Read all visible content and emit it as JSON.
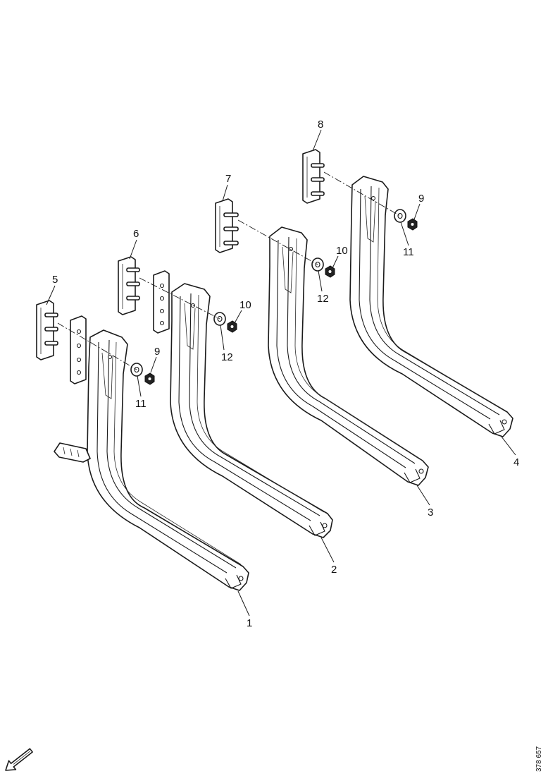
{
  "callouts": {
    "p1": "1",
    "p2": "2",
    "p3": "3",
    "p4": "4",
    "p5": "5",
    "p6": "6",
    "p7": "7",
    "p8": "8",
    "p9a": "9",
    "p9b": "9",
    "p10a": "10",
    "p10b": "10",
    "p11a": "11",
    "p11b": "11",
    "p12a": "12",
    "p12b": "12"
  },
  "reference_number": "378 657",
  "icons": {
    "direction_arrow": "arrow-down-left-icon"
  }
}
